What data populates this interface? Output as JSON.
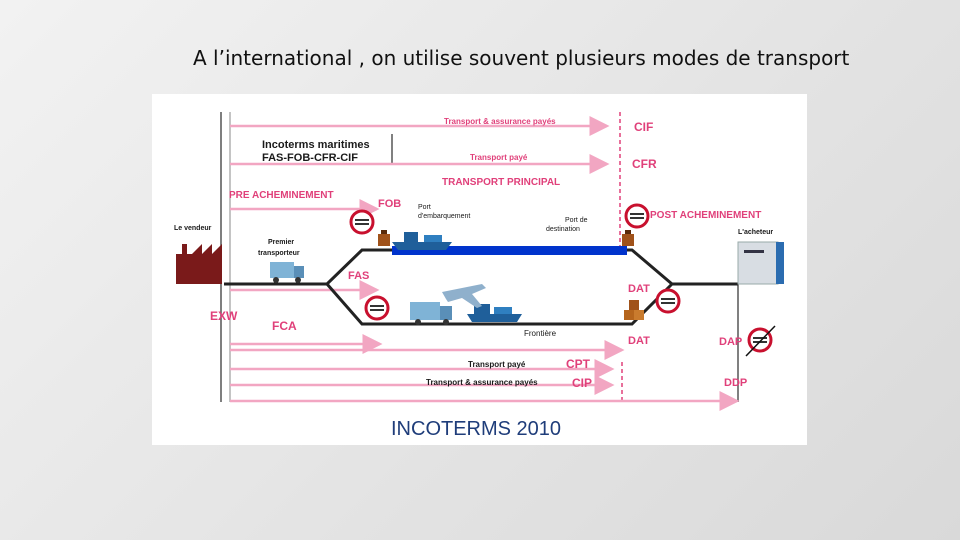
{
  "slide": {
    "title": "A l’international , on utilise souvent plusieurs modes de transport"
  },
  "diagram": {
    "caption": "INCOTERMS 2010",
    "seller_label": "Le vendeur",
    "buyer_label": "L'acheteur",
    "first_carrier_label_1": "Premier",
    "first_carrier_label_2": "transporteur",
    "maritime_title_1": "Incoterms maritimes",
    "maritime_title_2": "FAS-FOB-CFR-CIF",
    "pre_carriage": "PRE ACHEMINEMENT",
    "main_transport": "TRANSPORT PRINCIPAL",
    "post_carriage": "POST ACHEMINEMENT",
    "port_loading_1": "Port",
    "port_loading_2": "d'embarquement",
    "port_dest_1": "Port de",
    "port_dest_2": "destination",
    "border": "Frontière",
    "arrow_cif": "Transport & assurance payés",
    "arrow_cfr": "Transport payé",
    "arrow_cpt": "Transport payé",
    "arrow_cip": "Transport & assurance payés",
    "terms": {
      "cif": "CIF",
      "cfr": "CFR",
      "fob": "FOB",
      "fas": "FAS",
      "exw": "EXW",
      "fca": "FCA",
      "dat_top": "DAT",
      "dat_bottom": "DAT",
      "dap": "DAP",
      "cpt": "CPT",
      "cip": "CIP",
      "ddp": "DDP"
    },
    "colors": {
      "term_pink": "#e0407a",
      "arrow_pink": "#f2a6c2",
      "ship_blue": "#1f5f9a",
      "sea_blue": "#0033cc",
      "caption_blue": "#1f3d7a",
      "factory_red": "#7a1a1a",
      "stop_red": "#c8102e",
      "truck_blue": "#7fb3d6"
    }
  }
}
